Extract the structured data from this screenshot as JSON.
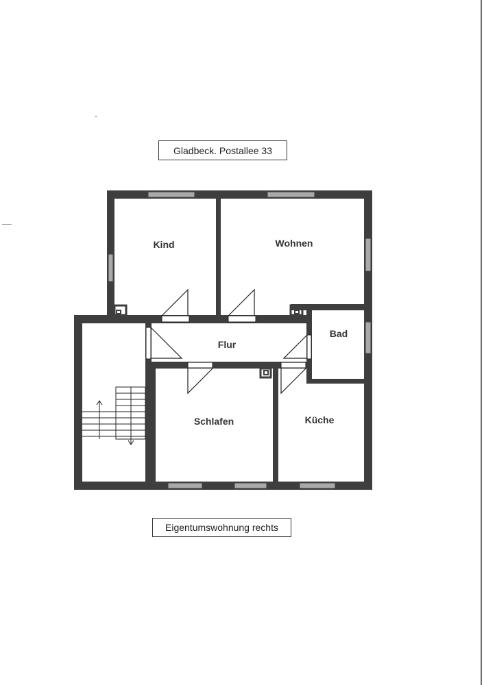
{
  "header": {
    "address": "Gladbeck. Postallee 33"
  },
  "footer": {
    "caption": "Eigentumswohnung rechts"
  },
  "rooms": {
    "kind": "Kind",
    "wohnen": "Wohnen",
    "bad": "Bad",
    "flur": "Flur",
    "schlafen": "Schlafen",
    "kueche": "Küche"
  },
  "colors": {
    "wall": "#3e3e3e",
    "window": "#a9a9a9",
    "line": "#222222"
  }
}
